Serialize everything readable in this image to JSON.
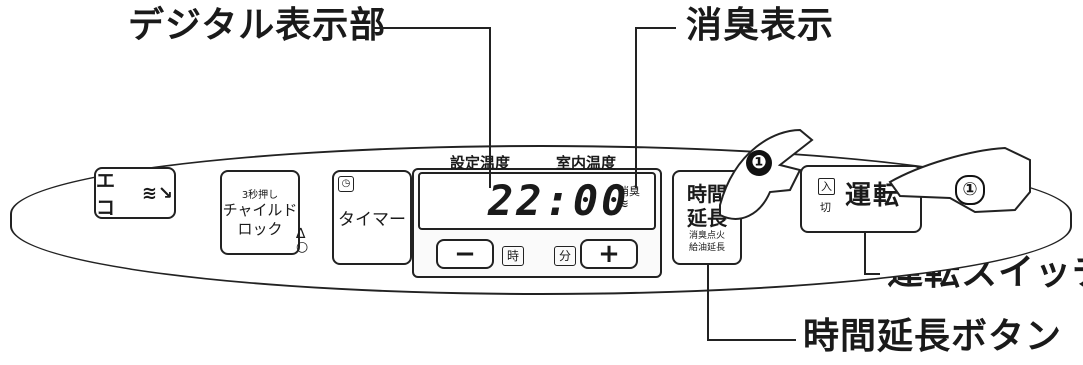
{
  "callouts": {
    "display_label": "デジタル表示部",
    "deodor_label": "消臭表示",
    "power_switch_label": "運転スイッチ",
    "time_extend_label": "時間延長ボタン"
  },
  "panel": {
    "eco_button": "エコ",
    "child_lock": {
      "hint": "3秒押し",
      "line1": "チャイルド",
      "line2": "ロック"
    },
    "timer_button": "タイマー",
    "display": {
      "set_temp_label": "設定温度",
      "room_temp_label": "室内温度",
      "time": "22:00",
      "deodor_indicator": "消臭"
    },
    "minus_button": "−",
    "plus_button": "+",
    "hour_label": "時",
    "minute_label": "分",
    "extend_button": {
      "line1": "時間",
      "line2": "延長",
      "sub1": "消臭点火",
      "sub2": "給油延長"
    },
    "run_button": {
      "on": "入",
      "off": "切",
      "label": "運転"
    }
  },
  "markers": {
    "black": "❶",
    "white": "①"
  }
}
